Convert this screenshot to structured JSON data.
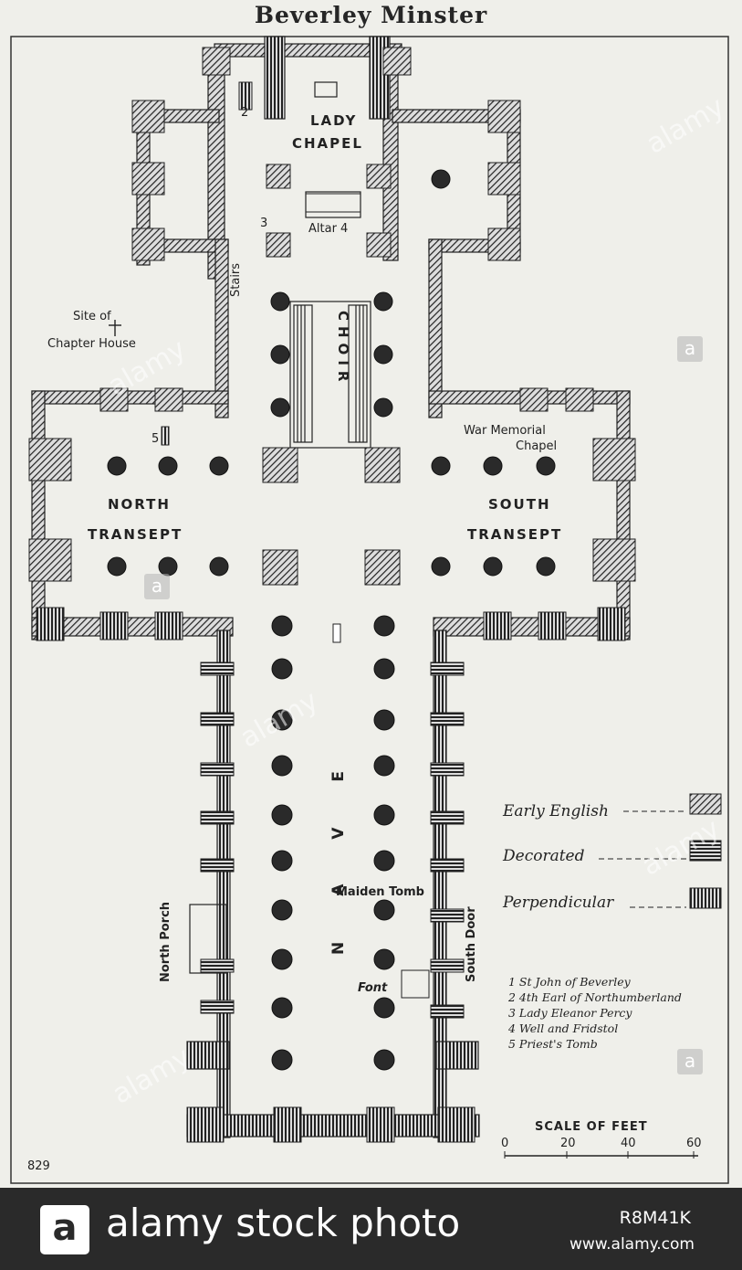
{
  "title": "Beverley Minster",
  "labels": {
    "lady_chapel_1": "LADY",
    "lady_chapel_2": "CHAPEL",
    "altar": "Altar 4",
    "choir": "CHOIR",
    "stairs": "Stairs",
    "site_of": "Site of",
    "chapter_house": "Chapter House",
    "war_memorial": "War Memorial",
    "chapel": "Chapel",
    "north": "NORTH",
    "north_transept": "TRANSEPT",
    "south": "SOUTH",
    "south_transept": "TRANSEPT",
    "nave": "NAVE",
    "maiden_tomb": "Maiden Tomb",
    "font": "Font",
    "north_porch": "North Porch",
    "south_door": "South Door",
    "num_2": "2",
    "num_3": "3",
    "num_5": "5",
    "plate": "829"
  },
  "legend": {
    "items": [
      {
        "label": "Early English",
        "pattern": "diagonal"
      },
      {
        "label": "Decorated",
        "pattern": "horizontal"
      },
      {
        "label": "Perpendicular",
        "pattern": "vertical"
      }
    ]
  },
  "key": [
    "1 St John of Beverley",
    "2 4th Earl of Northumberland",
    "3 Lady Eleanor Percy",
    "4 Well and Fridstol",
    "5 Priest's Tomb"
  ],
  "scale": {
    "title": "SCALE OF FEET",
    "ticks": [
      "0",
      "20",
      "40",
      "60"
    ]
  },
  "footer": {
    "logo": "a",
    "brand": "alamy stock photo",
    "image_id": "R8M41K",
    "site": "www.alamy.com"
  },
  "watermark": "alamy"
}
